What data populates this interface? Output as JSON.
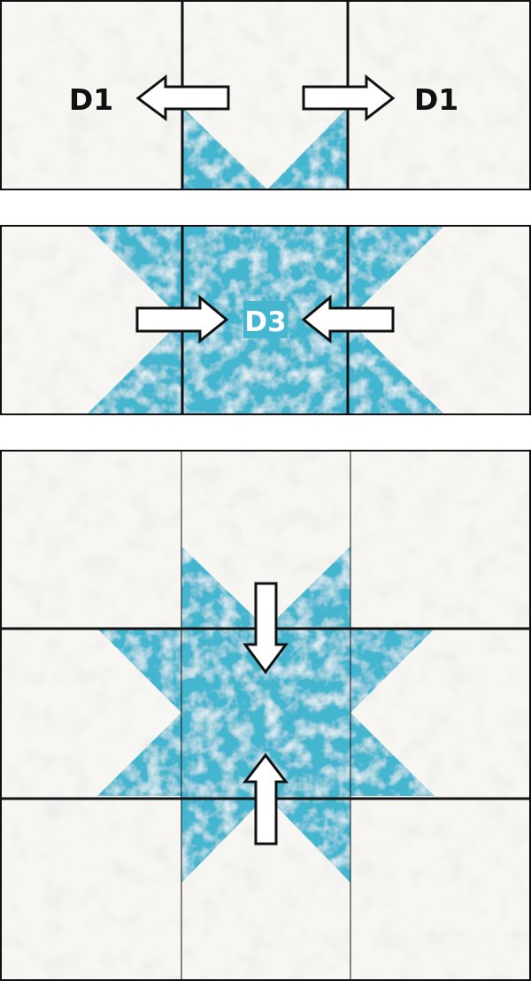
{
  "colors": {
    "background_fabric": "#f7f6f3",
    "star_fabric": "#45b6cf",
    "seam": "#111111",
    "arrow_fill": "#ffffff",
    "arrow_stroke": "#111111",
    "label_text": "#111111",
    "badge_fill": "#45b6cf",
    "badge_text": "#ffffff"
  },
  "steps": [
    {
      "id": "step-1",
      "labels": {
        "left": "D1",
        "right": "D1"
      },
      "arrows": [
        "left",
        "right"
      ]
    },
    {
      "id": "step-2",
      "labels": {
        "center": "D3"
      },
      "arrows": [
        "right",
        "left"
      ]
    },
    {
      "id": "step-3",
      "arrows": [
        "down",
        "up"
      ]
    }
  ]
}
